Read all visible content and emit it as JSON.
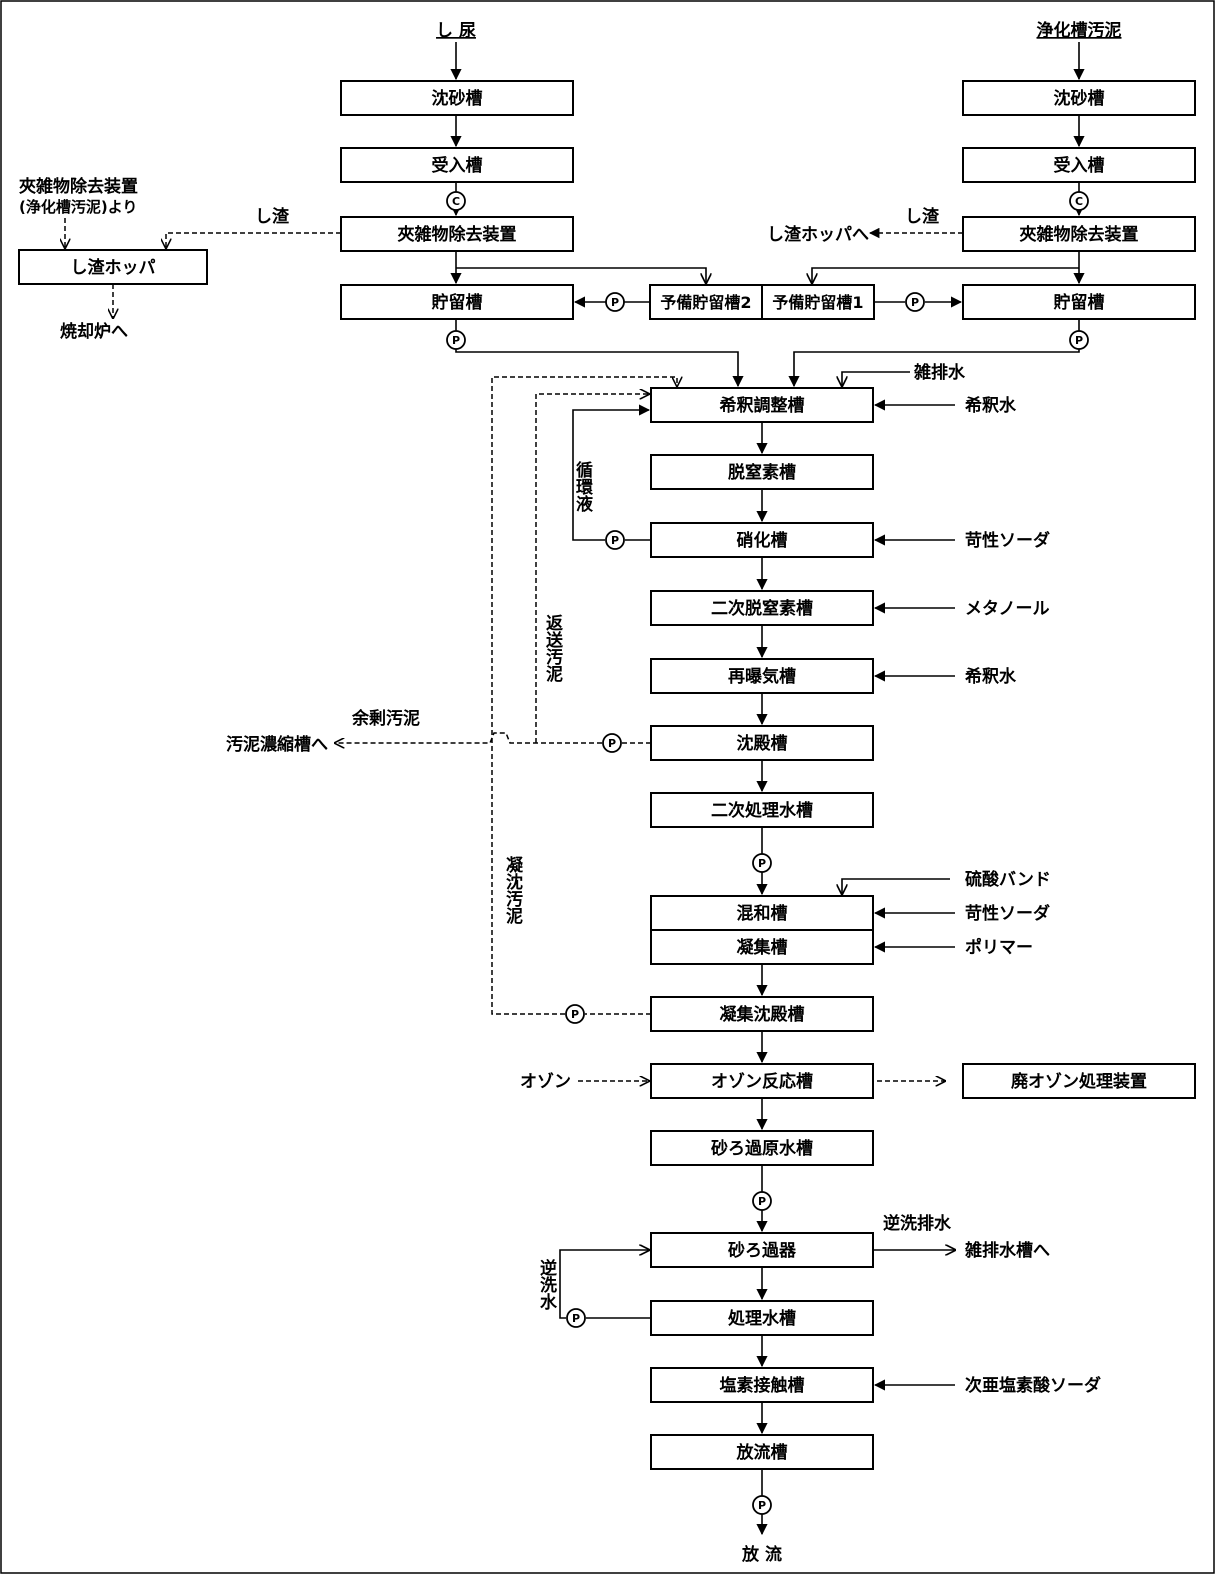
{
  "sources": {
    "shinyo": "し 尿",
    "johkaso": "浄化槽汚泥"
  },
  "left": {
    "chinsa": "沈砂槽",
    "ukeire": "受入槽",
    "kyozatsu": "夾雑物除去装置",
    "chozou": "貯留槽",
    "yobi2": "予備貯留槽2"
  },
  "right": {
    "chinsa": "沈砂槽",
    "ukeire": "受入槽",
    "kyozatsu": "夾雑物除去装置",
    "chozou": "貯留槽",
    "yobi1": "予備貯留槽1"
  },
  "screenings": {
    "hopper": "し渣ホッパ",
    "label_left": "し渣",
    "label_right": "し渣",
    "from_johkaso_1": "夾雑物除去装置",
    "from_johkaso_2": "(浄化槽汚泥)より",
    "to_incinerator": "焼却炉へ",
    "to_hopper": "し渣ホッパへ"
  },
  "main": {
    "kishaku": "希釈調整槽",
    "datsuchitso": "脱窒素槽",
    "shoka": "硝化槽",
    "niji_datsu": "二次脱窒素槽",
    "saibaki": "再曝気槽",
    "chinden": "沈殿槽",
    "niji_shori": "二次処理水槽",
    "konwa": "混和槽",
    "gyoshu": "凝集槽",
    "gyoshu_chinden": "凝集沈殿槽",
    "ozone": "オゾン反応槽",
    "sunaroka_gen": "砂ろ過原水槽",
    "sunaroka": "砂ろ過器",
    "shorisui": "処理水槽",
    "enso": "塩素接触槽",
    "horyu": "放流槽"
  },
  "chemicals": {
    "zatsu_haisui": "雑排水",
    "kishakusui_1": "希釈水",
    "kasei_soda_1": "苛性ソーダ",
    "methanol": "メタノール",
    "kishakusui_2": "希釈水",
    "ryusan_band": "硫酸バンド",
    "kasei_soda_2": "苛性ソーダ",
    "polymer": "ポリマー",
    "ozone_in": "オゾン",
    "jiaensosan_soda": "次亜塩素酸ソーダ"
  },
  "flows": {
    "junkan_eki": "循環液",
    "hensou_odei": "返送汚泥",
    "gyochin_odei": "凝沈汚泥",
    "yojo_odei": "余剰汚泥",
    "to_noshuku": "汚泥濃縮槽へ",
    "gyakusen_sui": "逆洗水",
    "gyakusen_haisui": "逆洗排水",
    "to_zatsuhaisui": "雑排水槽へ",
    "hai_ozone": "廃オゾン処理装置",
    "horyu_out": "放 流"
  },
  "pumps": {
    "pump": "P",
    "crusher": "C"
  }
}
